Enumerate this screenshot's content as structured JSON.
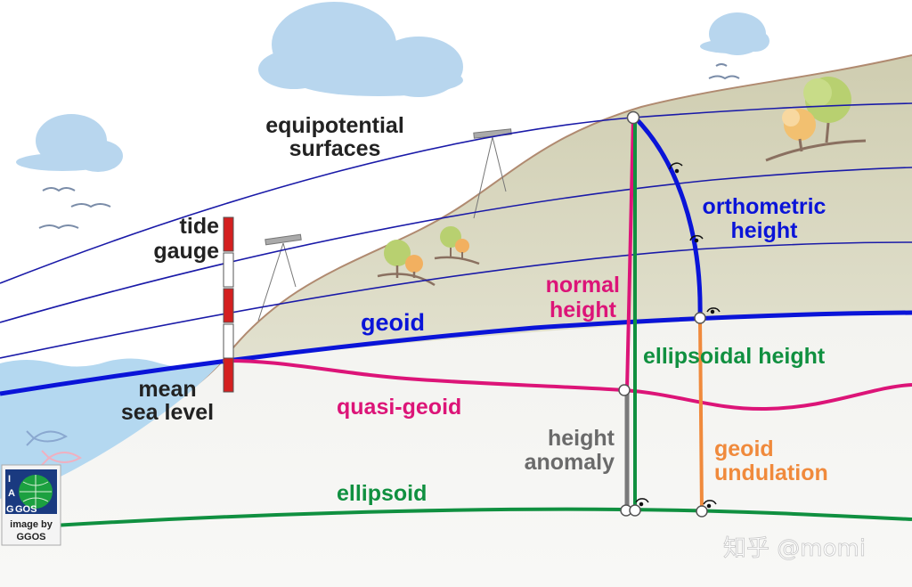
{
  "labels": {
    "equipotential": [
      "equipotential",
      "surfaces"
    ],
    "tide_gauge": [
      "tide",
      "gauge"
    ],
    "mean_sea_level": [
      "mean",
      "sea level"
    ],
    "geoid": "geoid",
    "quasi_geoid": "quasi-geoid",
    "ellipsoid": "ellipsoid",
    "normal_height": [
      "normal",
      "height"
    ],
    "orthometric_height": [
      "orthometric",
      "height"
    ],
    "ellipsoidal_height": "ellipsoidal height",
    "height_anomaly": [
      "height",
      "anomaly"
    ],
    "geoid_undulation": [
      "geoid",
      "undulation"
    ]
  },
  "logo": {
    "letters": [
      "I",
      "A",
      "G",
      "GOS"
    ],
    "credit": [
      "image by",
      "GGOS"
    ]
  },
  "watermark": "知乎 @momi",
  "colors": {
    "equipotential": "#1a1aa8",
    "geoid": "#0a14d8",
    "quasi_geoid": "#dc1478",
    "ellipsoid": "#109040",
    "normal_height": "#dc1478",
    "orthometric": "#0a14d8",
    "ellipsoidal": "#109040",
    "height_anomaly": "#7a7a7a",
    "geoid_undulation": "#f08a3c",
    "land": "#d4d3b9",
    "sea": "#b4d8f0",
    "tide_gauge": "#d42020"
  }
}
